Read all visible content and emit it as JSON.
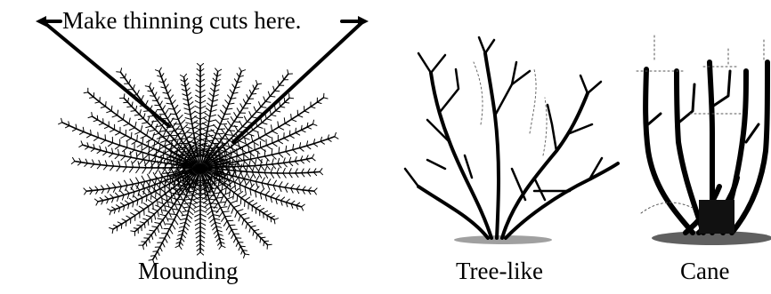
{
  "callout": {
    "text": "Make thinning cuts here."
  },
  "shrubs": [
    {
      "id": "mounding",
      "label": "Mounding"
    },
    {
      "id": "tree-like",
      "label": "Tree-like"
    },
    {
      "id": "cane",
      "label": "Cane"
    }
  ],
  "colors": {
    "ink": "#000000",
    "ground": "#555555",
    "background": "#ffffff"
  }
}
